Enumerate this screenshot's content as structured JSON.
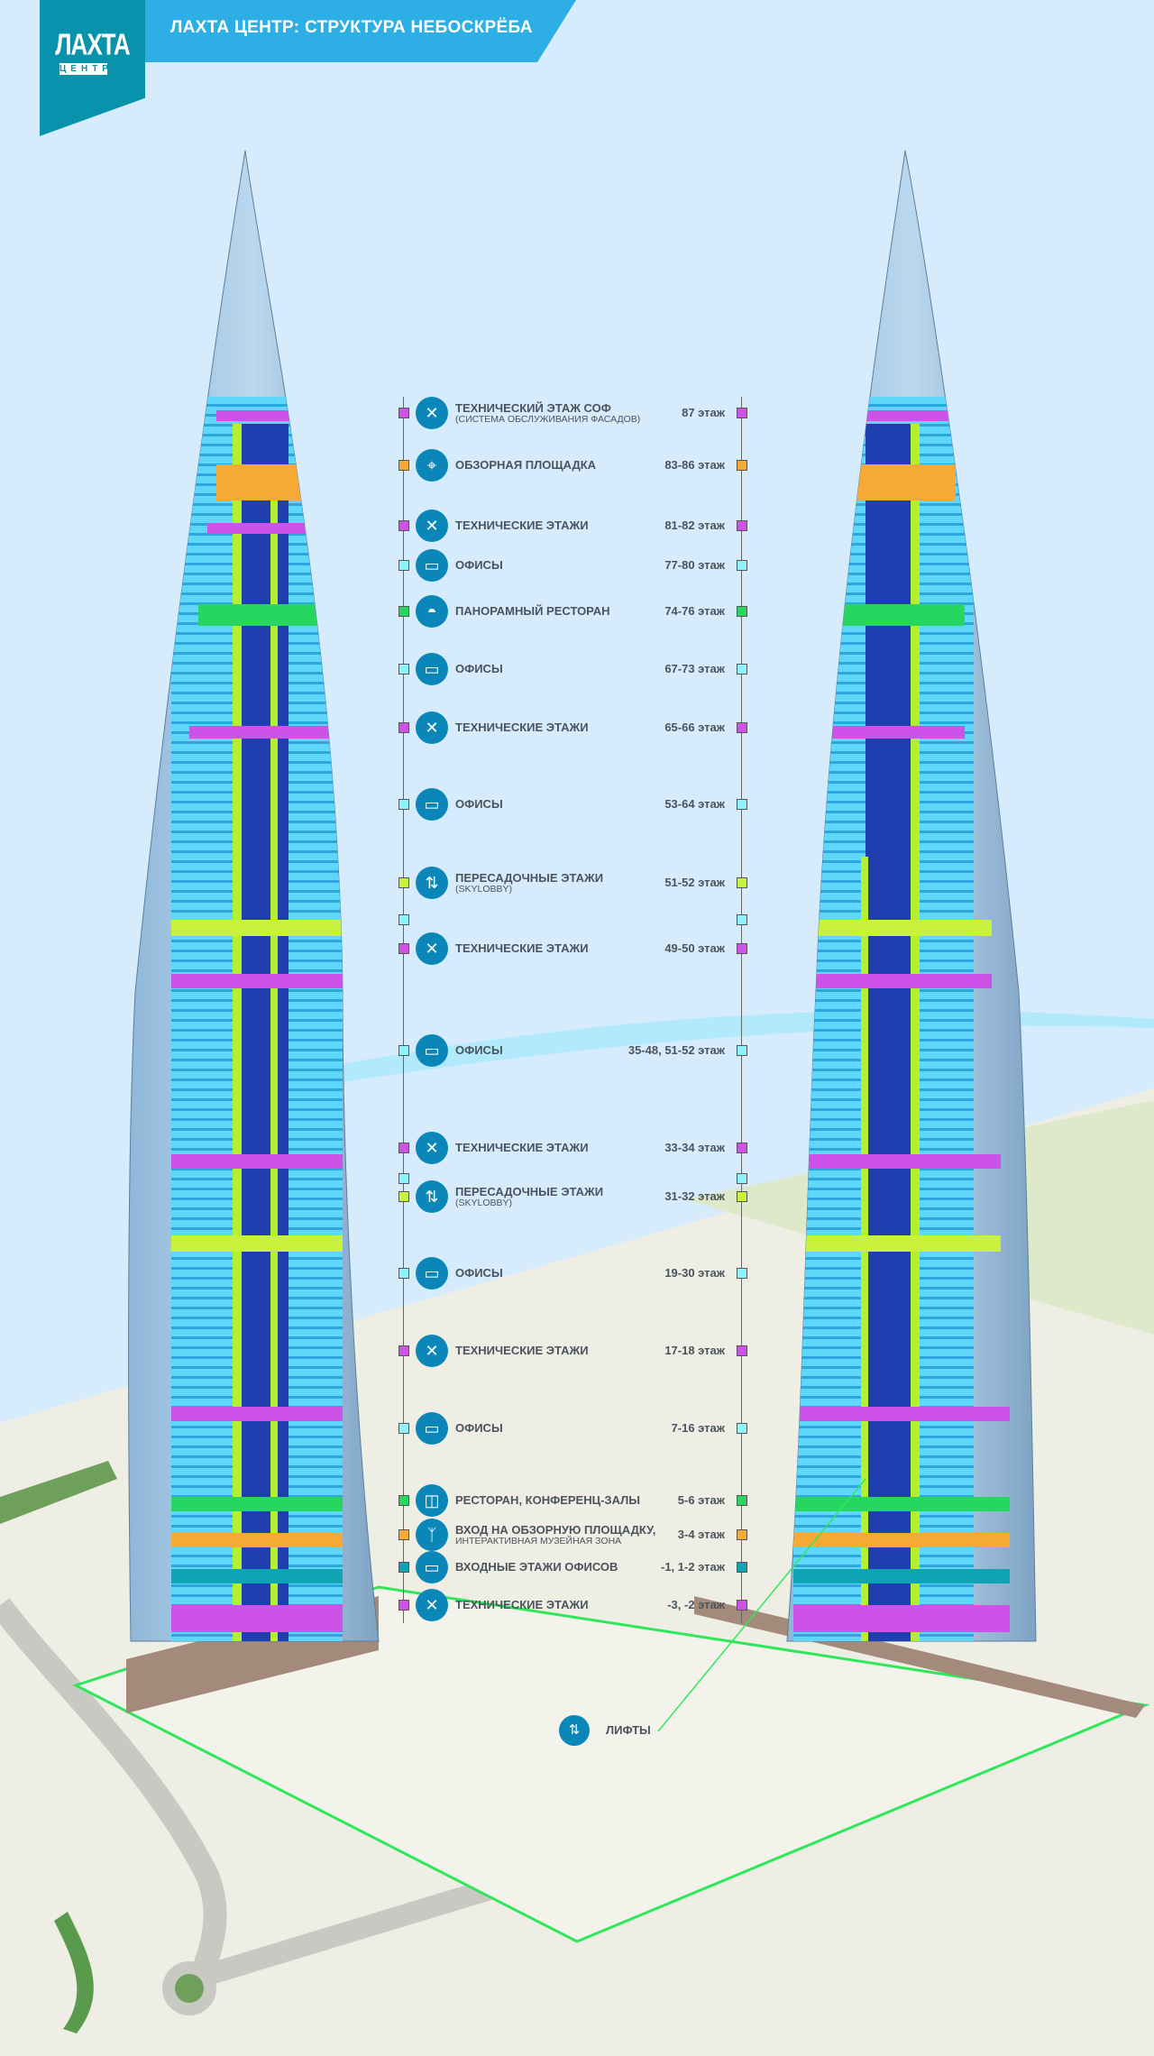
{
  "header": {
    "logo_top": "ЛАХТА",
    "logo_bottom": "ЦЕНТР",
    "title": "ЛАХТА ЦЕНТР: СТРУКТУРА НЕБОСКРЁБА"
  },
  "colors": {
    "technical": "#cc52e8",
    "observation": "#f7a935",
    "office": "#8ef3fb",
    "restaurant": "#27d65e",
    "skylobby": "#c8f23c",
    "entrance": "#10a3b3",
    "icon": "#0a86b8"
  },
  "legend": [
    {
      "label": "ТЕХНИЧЕСКИЙ ЭТАЖ СОФ",
      "sub": "(СИСТЕМА ОБСЛУЖИВАНИЯ ФАСАДОВ)",
      "floors": "87 этаж",
      "icon": "wrench-screwdriver-icon",
      "color": "#cc52e8"
    },
    {
      "label": "ОБЗОРНАЯ ПЛОЩАДКА",
      "floors": "83-86 этаж",
      "icon": "telescope-icon",
      "color": "#f7a935"
    },
    {
      "label": "ТЕХНИЧЕСКИЕ ЭТАЖИ",
      "floors": "81-82 этаж",
      "icon": "wrench-screwdriver-icon",
      "color": "#cc52e8"
    },
    {
      "label": "ОФИСЫ",
      "floors": "77-80 этаж",
      "icon": "briefcase-icon",
      "color": "#8ef3fb"
    },
    {
      "label": "ПАНОРАМНЫЙ РЕСТОРАН",
      "floors": "74-76 этаж",
      "icon": "cloche-icon",
      "color": "#27d65e"
    },
    {
      "label": "ОФИСЫ",
      "floors": "67-73 этаж",
      "icon": "briefcase-icon",
      "color": "#8ef3fb"
    },
    {
      "label": "ТЕХНИЧЕСКИЕ ЭТАЖИ",
      "floors": "65-66 этаж",
      "icon": "wrench-screwdriver-icon",
      "color": "#cc52e8"
    },
    {
      "label": "ОФИСЫ",
      "floors": "53-64 этаж",
      "icon": "briefcase-icon",
      "color": "#8ef3fb"
    },
    {
      "label": "ПЕРЕСАДОЧНЫЕ ЭТАЖИ",
      "sub": "(SKYLOBBY)",
      "floors": "51-52 этаж",
      "icon": "elevator-icon",
      "color": "#c8f23c"
    },
    {
      "label": "ТЕХНИЧЕСКИЕ ЭТАЖИ",
      "floors": "49-50 этаж",
      "icon": "wrench-screwdriver-icon",
      "color": "#cc52e8"
    },
    {
      "label": "ОФИСЫ",
      "floors": "35-48, 51-52 этаж",
      "icon": "briefcase-icon",
      "color": "#8ef3fb"
    },
    {
      "label": "ТЕХНИЧЕСКИЕ ЭТАЖИ",
      "floors": "33-34 этаж",
      "icon": "wrench-screwdriver-icon",
      "color": "#cc52e8"
    },
    {
      "label": "ПЕРЕСАДОЧНЫЕ ЭТАЖИ",
      "sub": "(SKYLOBBY)",
      "floors": "31-32 этаж",
      "icon": "elevator-icon",
      "color": "#c8f23c"
    },
    {
      "label": "ОФИСЫ",
      "floors": "19-30 этаж",
      "icon": "briefcase-icon",
      "color": "#8ef3fb"
    },
    {
      "label": "ТЕХНИЧЕСКИЕ ЭТАЖИ",
      "floors": "17-18 этаж",
      "icon": "wrench-screwdriver-icon",
      "color": "#cc52e8"
    },
    {
      "label": "ОФИСЫ",
      "floors": "7-16 этаж",
      "icon": "briefcase-icon",
      "color": "#8ef3fb"
    },
    {
      "label": "РЕСТОРАН, КОНФЕРЕНЦ-ЗАЛЫ",
      "floors": "5-6 этаж",
      "icon": "drink-cup-icon",
      "color": "#27d65e"
    },
    {
      "label": "ВХОД НА ОБЗОРНУЮ ПЛОЩАДКУ,",
      "sub": "ИНТЕРАКТИВНАЯ МУЗЕЙНАЯ ЗОНА",
      "floors": "3-4 этаж",
      "icon": "family-icon",
      "color": "#f7a935"
    },
    {
      "label": "ВХОДНЫЕ  ЭТАЖИ ОФИСОВ",
      "floors": "-1, 1-2 этаж",
      "icon": "briefcase-icon",
      "color": "#10a3b3"
    },
    {
      "label": "ТЕХНИЧЕСКИЕ ЭТАЖИ",
      "floors": "-3, -2 этаж",
      "icon": "wrench-screwdriver-icon",
      "color": "#cc52e8"
    }
  ],
  "extra_markers": [
    {
      "color": "#8ef3fb"
    },
    {
      "color": "#8ef3fb"
    }
  ],
  "lifts": {
    "label": "ЛИФТЫ",
    "icon": "elevator-icon"
  }
}
